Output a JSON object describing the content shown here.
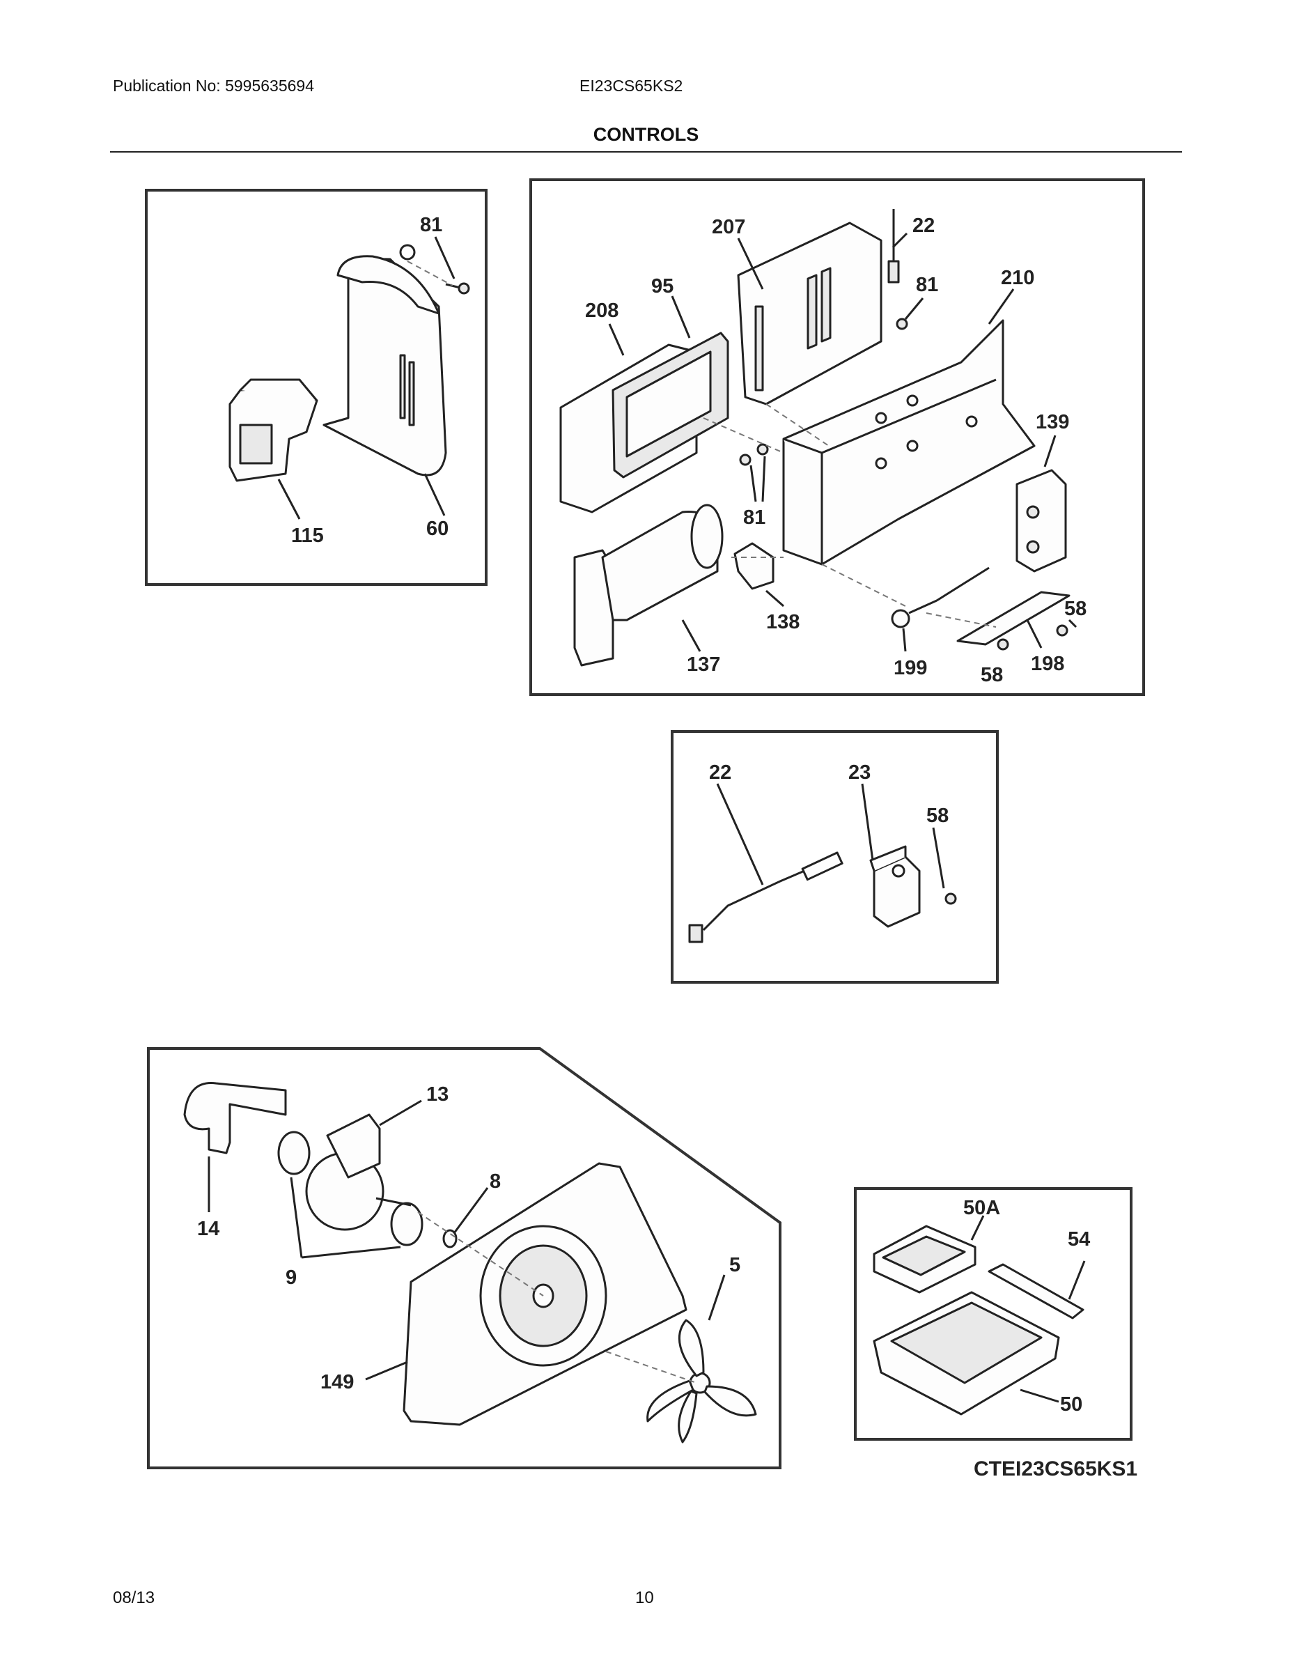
{
  "header": {
    "publication": "Publication No: 5995635694",
    "model": "EI23CS65KS2",
    "section_title": "CONTROLS"
  },
  "footer": {
    "date": "08/13",
    "page_number": "10"
  },
  "diagram_ref": "CTEI23CS65KS1",
  "panels": {
    "air_damper": {
      "labels": [
        "81",
        "115",
        "60"
      ]
    },
    "control_housing": {
      "labels": [
        "207",
        "22",
        "81",
        "210",
        "208",
        "95",
        "139",
        "81",
        "138",
        "137",
        "199",
        "58",
        "198",
        "58"
      ]
    },
    "sensor": {
      "labels": [
        "22",
        "23",
        "58"
      ]
    },
    "fan_assembly": {
      "labels": [
        "13",
        "14",
        "8",
        "9",
        "5",
        "149"
      ]
    },
    "control_board": {
      "labels": [
        "50A",
        "54",
        "50"
      ]
    }
  }
}
